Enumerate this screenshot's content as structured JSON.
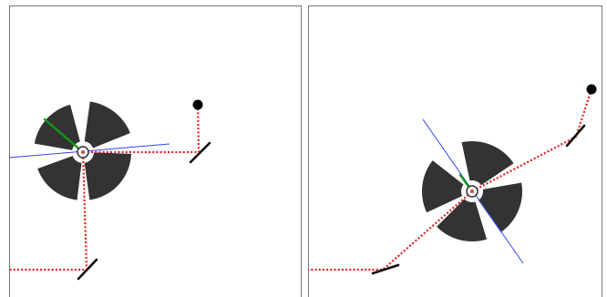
{
  "colors": {
    "panel_border": "#777777",
    "blade": "#333333",
    "beam": "#e02020",
    "mirror": "#111111",
    "axis": "#3344ee",
    "pointer": "#119911",
    "source": "#000000",
    "hub_stroke": "#333333",
    "hub_center": "#c05050"
  },
  "panels": [
    {
      "id": "left",
      "hub": [
        91,
        167
      ],
      "blades": [
        {
          "start": -170,
          "end": -105,
          "inner": 12,
          "outer": 54
        },
        {
          "start": -82,
          "end": -22,
          "inner": 12,
          "outer": 56
        },
        {
          "start": 2,
          "end": 82,
          "inner": 12,
          "outer": 53
        },
        {
          "start": 97,
          "end": 160,
          "inner": 12,
          "outer": 53
        }
      ],
      "axis_line": [
        [
          10,
          173
        ],
        [
          186,
          158
        ]
      ],
      "pointer": [
        [
          91,
          167
        ],
        [
          49,
          131
        ]
      ],
      "source": [
        217,
        115
      ],
      "mirrors": [
        {
          "from": [
            209,
            178
          ],
          "to": [
            230,
            157
          ]
        },
        {
          "from": [
            86,
            306
          ],
          "to": [
            106,
            285
          ]
        }
      ],
      "beam_path": [
        [
          217,
          115
        ],
        [
          218,
          167
        ],
        [
          91,
          167
        ],
        [
          95,
          296
        ],
        [
          10,
          296
        ]
      ]
    },
    {
      "id": "right",
      "hub": [
        518,
        210
      ],
      "blades": [
        {
          "start": -102,
          "end": -34,
          "inner": 12,
          "outer": 55
        },
        {
          "start": -10,
          "end": 55,
          "inner": 12,
          "outer": 55
        },
        {
          "start": 73,
          "end": 135,
          "inner": 12,
          "outer": 55
        },
        {
          "start": 155,
          "end": 218,
          "inner": 12,
          "outer": 55
        }
      ],
      "axis_line": [
        [
          464,
          131
        ],
        [
          574,
          289
        ]
      ],
      "pointer": [
        [
          518,
          210
        ],
        [
          505,
          192
        ]
      ],
      "source": [
        649,
        98
      ],
      "mirrors": [
        {
          "from": [
            622,
            160
          ],
          "to": [
            641,
            138
          ]
        },
        {
          "from": [
            409,
            300
          ],
          "to": [
            437,
            291
          ]
        }
      ],
      "beam_path": [
        [
          649,
          98
        ],
        [
          632,
          150
        ],
        [
          518,
          210
        ],
        [
          420,
          296
        ],
        [
          338,
          296
        ]
      ]
    }
  ]
}
